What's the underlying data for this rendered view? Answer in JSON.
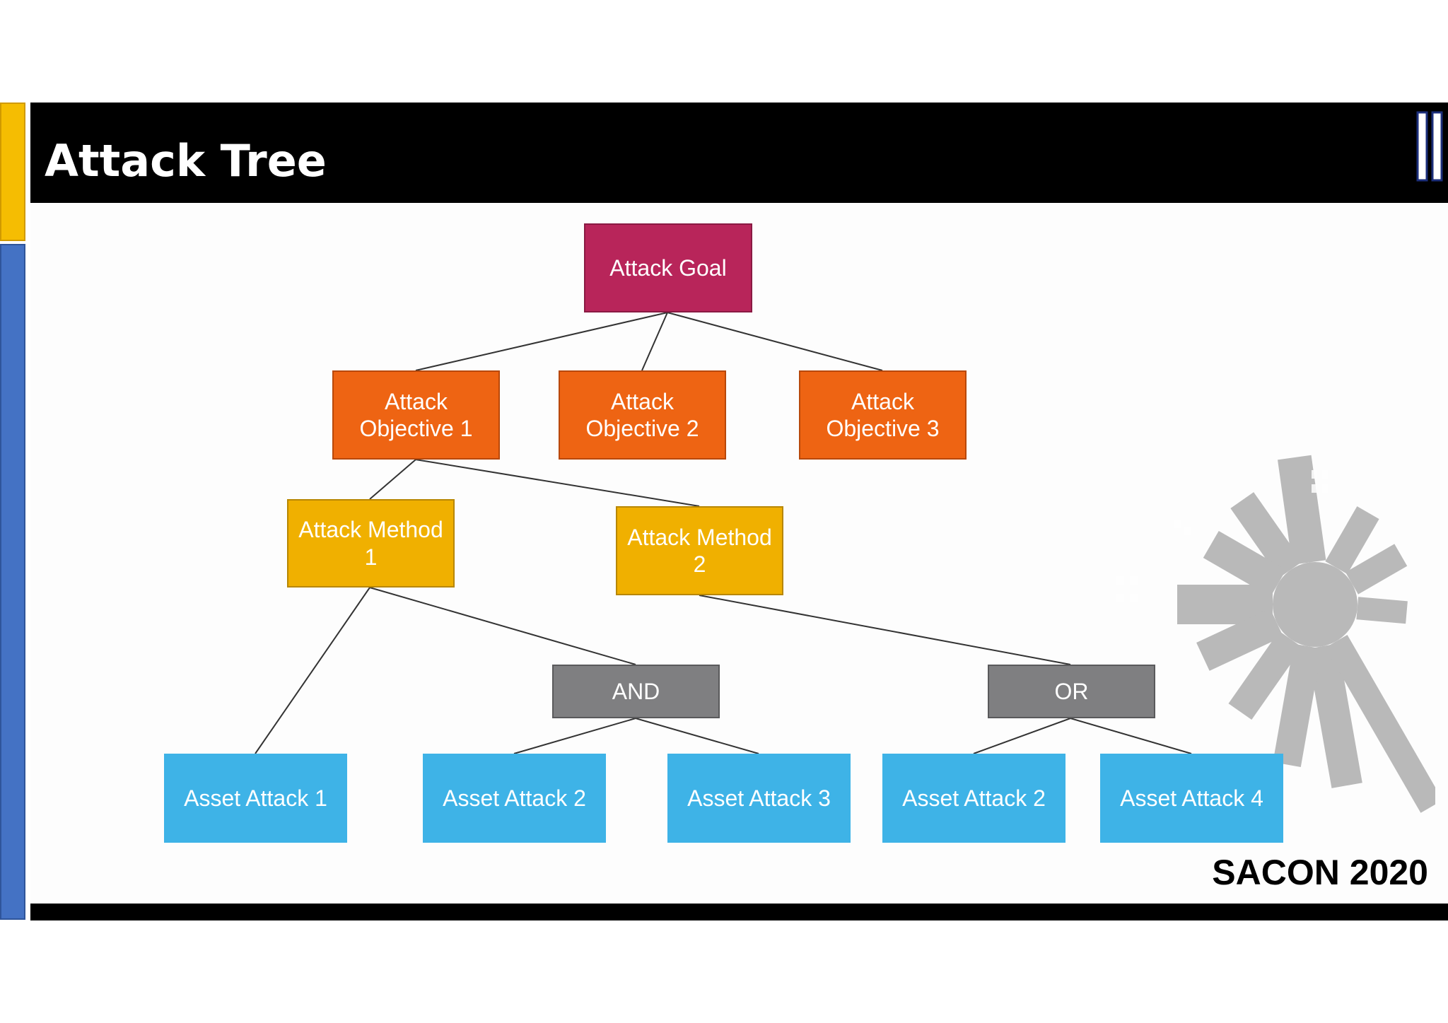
{
  "header": {
    "title": "Attack Tree"
  },
  "logo": {
    "text": "SACON 2020"
  },
  "tree": {
    "goal": "Attack Goal",
    "objectives": [
      "Attack\nObjective 1",
      "Attack\nObjective 2",
      "Attack\nObjective 3"
    ],
    "methods": [
      "Attack Method\n1",
      "Attack Method\n2"
    ],
    "gates": [
      "AND",
      "OR"
    ],
    "assets": [
      "Asset Attack 1",
      "Asset Attack 2",
      "Asset Attack 3",
      "Asset Attack 2",
      "Asset Attack 4"
    ]
  },
  "colors": {
    "goal": "#b8255a",
    "objective": "#ee6413",
    "method": "#f0b000",
    "gate": "#7f7f81",
    "asset": "#3eb3e7",
    "header": "#000000",
    "accent_yellow": "#f5bd02",
    "accent_blue": "#4472c4"
  },
  "icons": [
    "pause-icon",
    "city-skyline-logo"
  ]
}
